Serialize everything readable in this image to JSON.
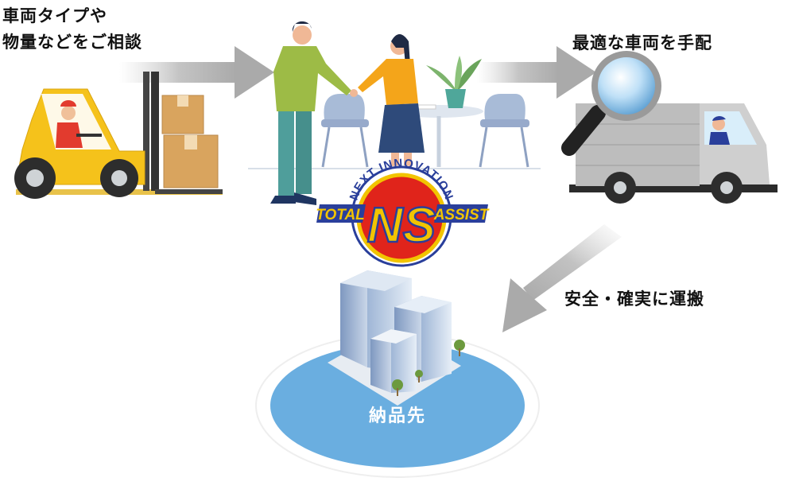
{
  "steps": {
    "consult_line1": "車両タイプや",
    "consult_line2": "物量などをご相談",
    "arrange": "最適な車両を手配",
    "transport": "安全・確実に運搬",
    "destination": "納品先"
  },
  "logo": {
    "arc_text": "NEXT INNOVATION",
    "initials": "NS",
    "left_word": "TOTAL",
    "right_word": "ASSIST"
  },
  "colors": {
    "arrow": "#b5b5b5",
    "logo_red": "#e0241b",
    "logo_yellow": "#f2c400",
    "logo_blue": "#2a3f9b",
    "forklift": "#f5c21b",
    "truck": "#bdbdbd",
    "island": "#6aaee0"
  },
  "icons": [
    "forklift-icon",
    "handshake-icon",
    "magnifier-icon",
    "truck-icon",
    "buildings-icon"
  ]
}
